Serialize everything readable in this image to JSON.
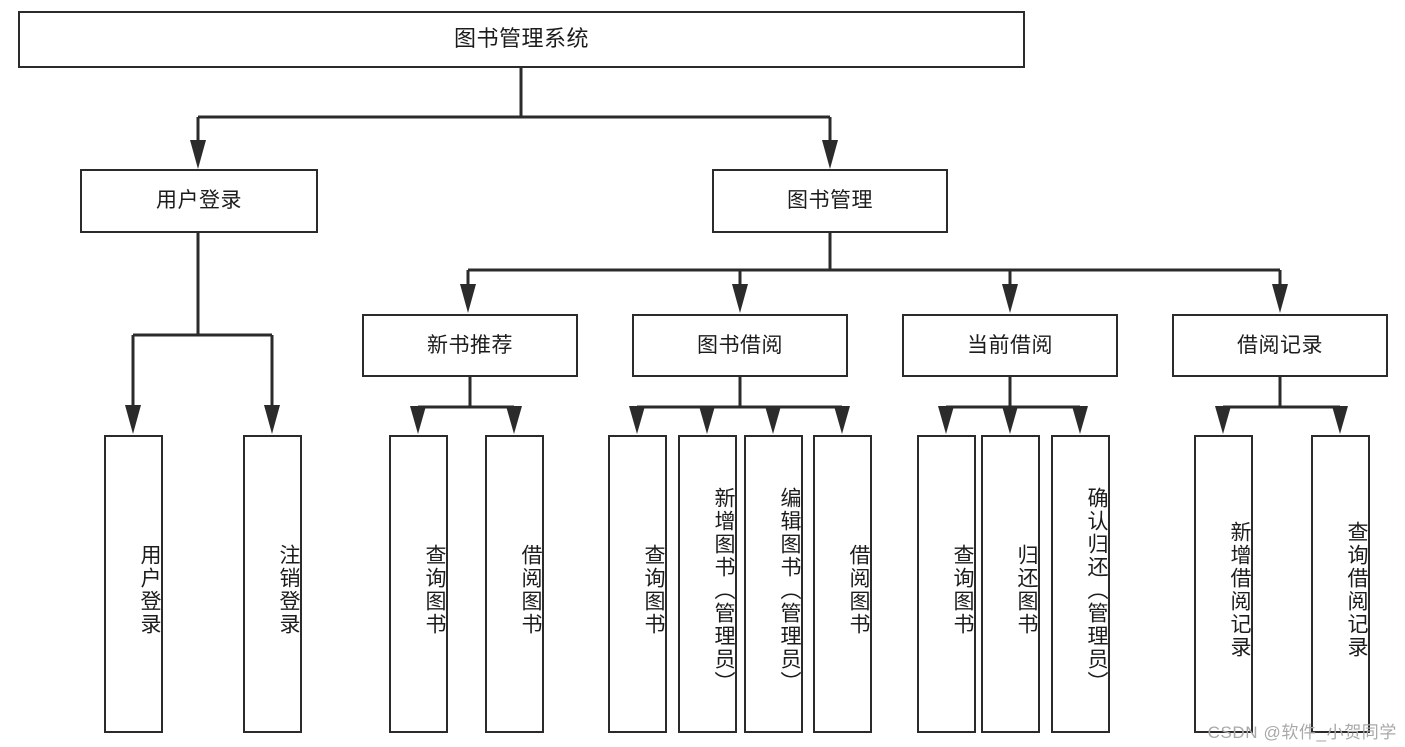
{
  "diagram": {
    "type": "tree",
    "title": "图书管理系统",
    "colors": {
      "line": "#2b2b2b",
      "box_border": "#2b2b2b",
      "box_fill": "#ffffff",
      "text": "#1c1c1c",
      "watermark": "#a9a9a9",
      "background": "#ffffff"
    },
    "root": {
      "label": "图书管理系统"
    },
    "level2": [
      {
        "label": "用户登录"
      },
      {
        "label": "图书管理"
      }
    ],
    "level3": [
      {
        "label": "新书推荐"
      },
      {
        "label": "图书借阅"
      },
      {
        "label": "当前借阅"
      },
      {
        "label": "借阅记录"
      }
    ],
    "leaves_user_login": [
      {
        "label": "用户登录"
      },
      {
        "label": "注销登录"
      }
    ],
    "leaves_new_book": [
      {
        "label": "查询图书"
      },
      {
        "label": "借阅图书"
      }
    ],
    "leaves_borrow": [
      {
        "label": "查询图书"
      },
      {
        "label": "新增图书（管理员）"
      },
      {
        "label": "编辑图书（管理员）"
      },
      {
        "label": "借阅图书"
      }
    ],
    "leaves_current": [
      {
        "label": "查询图书"
      },
      {
        "label": "归还图书"
      },
      {
        "label": "确认归还（管理员）"
      }
    ],
    "leaves_records": [
      {
        "label": "新增借阅记录"
      },
      {
        "label": "查询借阅记录"
      }
    ]
  },
  "watermark": {
    "text": "CSDN @软件_小贺同学"
  }
}
